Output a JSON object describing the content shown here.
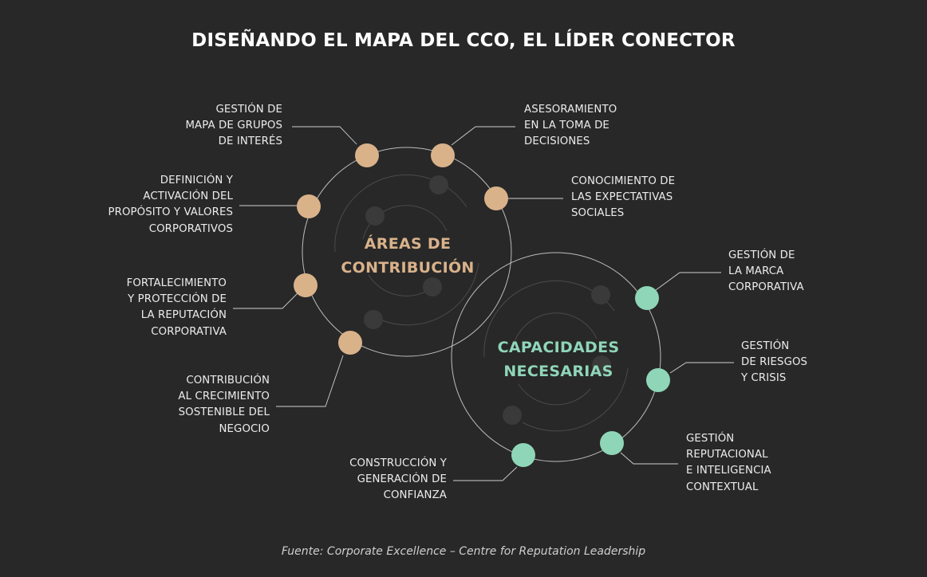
{
  "title": "DISEÑANDO EL MAPA DEL CCO, EL LÍDER CONECTOR",
  "colors": {
    "background": "#282828",
    "areas_accent": "#d9b28a",
    "capacidades_accent": "#8fd6b8",
    "inner_dot": "#3a3a3a",
    "line": "#cfcfcf"
  },
  "areas": {
    "title_lines": [
      "ÁREAS DE",
      "CONTRIBUCIÓN"
    ],
    "items": [
      {
        "lines": [
          "GESTIÓN DE",
          "MAPA DE GRUPOS",
          "DE INTERÉS"
        ]
      },
      {
        "lines": [
          "ASESORAMIENTO",
          "EN LA TOMA DE",
          "DECISIONES"
        ]
      },
      {
        "lines": [
          "CONOCIMIENTO DE",
          "LAS EXPECTATIVAS",
          "SOCIALES"
        ]
      },
      {
        "lines": [
          "DEFINICIÓN Y",
          "ACTIVACIÓN DEL",
          "PROPÓSITO Y VALORES",
          "CORPORATIVOS"
        ]
      },
      {
        "lines": [
          "FORTALECIMIENTO",
          "Y PROTECCIÓN DE",
          "LA REPUTACIÓN",
          "CORPORATIVA"
        ]
      },
      {
        "lines": [
          "CONTRIBUCIÓN",
          "AL CRECIMIENTO",
          "SOSTENIBLE DEL",
          "NEGOCIO"
        ]
      }
    ]
  },
  "capacidades": {
    "title_lines": [
      "CAPACIDADES",
      "NECESARIAS"
    ],
    "items": [
      {
        "lines": [
          "GESTIÓN DE",
          "LA MARCA",
          "CORPORATIVA"
        ]
      },
      {
        "lines": [
          "GESTIÓN",
          "DE RIESGOS",
          "Y CRISIS"
        ]
      },
      {
        "lines": [
          "GESTIÓN",
          "REPUTACIONAL",
          "E INTELIGENCIA",
          "CONTEXTUAL"
        ]
      },
      {
        "lines": [
          "CONSTRUCCIÓN Y",
          "GENERACIÓN DE",
          "CONFIANZA"
        ]
      }
    ]
  },
  "source": "Fuente: Corporate Excellence – Centre for Reputation Leadership"
}
